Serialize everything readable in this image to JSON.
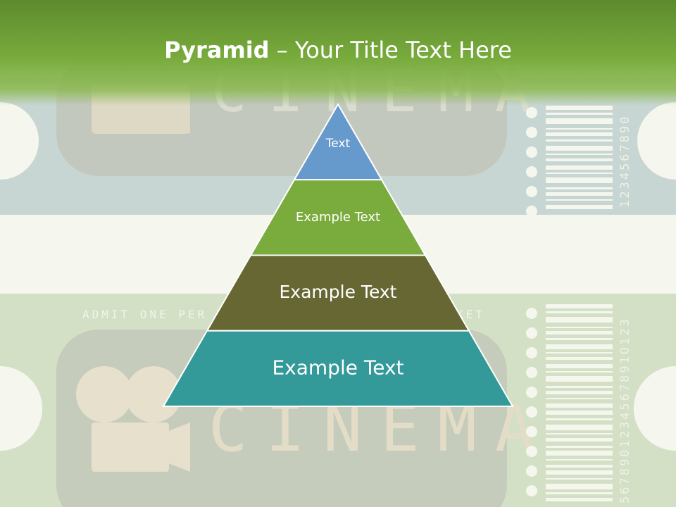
{
  "slide": {
    "title_bold": "Pyramid",
    "title_rest": " – Your Title Text Here"
  },
  "background": {
    "ticket_top_word": "CINEMA",
    "ticket_bottom_word": "CINEMA",
    "ticket_bottom_caption_left": "ADMIT ONE PER T",
    "ticket_bottom_caption_right": "KET",
    "ticket_top_number": "1234567890",
    "ticket_bottom_number": "5678901234567891O123"
  },
  "pyramid": {
    "levels": [
      {
        "label": "Text",
        "color": "#6699cc"
      },
      {
        "label": "Example Text",
        "color": "#7aab3d"
      },
      {
        "label": "Example Text",
        "color": "#676734"
      },
      {
        "label": "Example Text",
        "color": "#339999"
      }
    ]
  }
}
